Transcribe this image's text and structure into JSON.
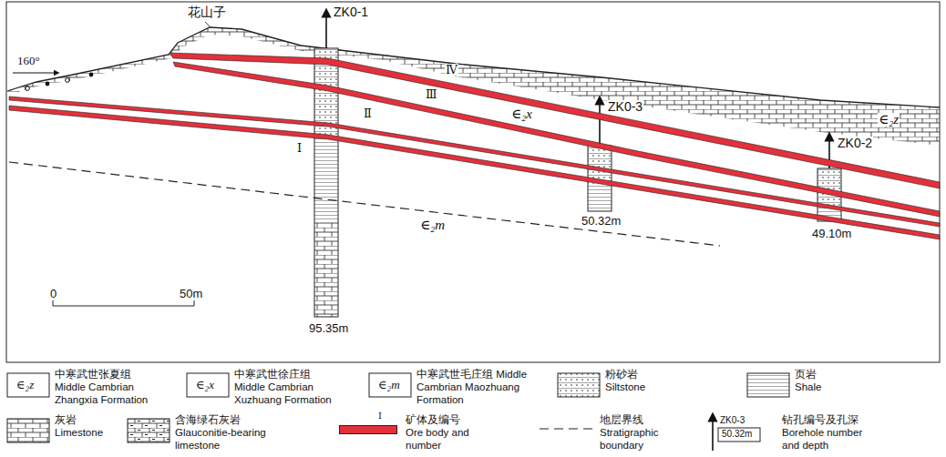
{
  "diagram": {
    "labels": [
      "160°",
      "花山子",
      "ZK0-1",
      "ZK0-3",
      "ZK0-2",
      "Ⅳ",
      "Ⅲ",
      "Ⅱ",
      "Ⅰ",
      "∈₂x",
      "∈₂z",
      "∈₂m",
      "0",
      "50m",
      "95.35m",
      "50.32m",
      "49.10m",
      "∈₂z",
      "∈₂x",
      "∈₂m",
      "Ⅰ",
      "ZK0-3",
      "50.32m"
    ],
    "legend": [
      {
        "text": "中寒武世张夏组 Middle Cambrian Zhangxia Formation"
      },
      {
        "text": "中寒武世徐庄组 Middle Cambrian Xuzhuang Formation"
      },
      {
        "text": "中寒武世毛庄组 Middle Cambrian Maozhuang Formation"
      },
      {
        "text": "粉砂岩 Siltstone"
      },
      {
        "text": "页岩 Shale"
      },
      {
        "text": "灰岩 Limestone"
      },
      {
        "text": "含海绿石灰岩 Glauconitie-bearing limestone"
      },
      {
        "text": "矿体及编号 Ore body and number",
        "color": "#e2313b"
      },
      {
        "text": "地层界线 Stratigraphic boundary"
      },
      {
        "text": "钻孔编号及孔深 Borehole number and depth"
      }
    ]
  }
}
